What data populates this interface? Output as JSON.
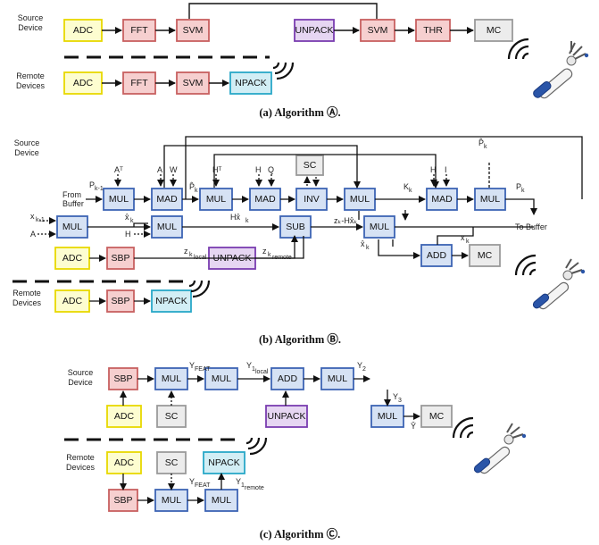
{
  "colors": {
    "yellow_fill": "#fdfdd0",
    "yellow_stroke": "#e8d800",
    "red_fill": "#f6cfcf",
    "red_stroke": "#c86060",
    "purple_fill": "#e6d6f2",
    "purple_stroke": "#7a3db0",
    "gray_fill": "#ececec",
    "gray_stroke": "#9a9a9a",
    "cyan_fill": "#d2eef5",
    "cyan_stroke": "#28a8c8",
    "blue_fill": "#d6e2f4",
    "blue_stroke": "#3c64b4"
  },
  "a": {
    "source_device": [
      "Source",
      "Device"
    ],
    "remote_devices": [
      "Remote",
      "Devices"
    ],
    "boxes": [
      "ADC",
      "FFT",
      "SVM",
      "UNPACK",
      "SVM",
      "THR",
      "MC",
      "ADC",
      "FFT",
      "SVM",
      "NPACK"
    ],
    "caption": "(a) Algorithm Ⓐ."
  },
  "b": {
    "source_device": [
      "Source",
      "Device"
    ],
    "remote_devices": [
      "Remote",
      "Devices"
    ],
    "from_buffer": [
      "From",
      "Buffer"
    ],
    "to_buffer": "To Buffer",
    "boxes": [
      "MUL",
      "MAD",
      "MUL",
      "MAD",
      "INV",
      "MUL",
      "MAD",
      "MUL",
      "SC",
      "MUL",
      "MUL",
      "SUB",
      "MUL",
      "ADD",
      "MC",
      "ADC",
      "SBP",
      "UNPACK",
      "ADC",
      "SBP",
      "NPACK"
    ],
    "labels": {
      "AT": "Aᵀ",
      "A": "A",
      "W": "W",
      "HT": "Hᵀ",
      "H": "H",
      "Q": "Q",
      "H2": "H",
      "I": "I",
      "P_prev": "P",
      "P_prev_sub": "k-1",
      "P_hat_top": "P̂",
      "P_hat_top_sub": "k",
      "P_hat": "P̂",
      "P_hat_sub": "k",
      "K": "K",
      "K_sub": "k",
      "P_out": "P",
      "P_out_sub": "k",
      "x_prev": "x",
      "x_prev_sub": "k-1",
      "A_in": "A",
      "H_in": "H",
      "x_hat": "x̂",
      "x_hat_sub": "k",
      "Hx_hat": "Hx̂",
      "Hx_hat_sub": "k",
      "z_local": "z",
      "z_local_sub": "k",
      "z_local_sub2": "local",
      "z_remote": "z",
      "z_remote_sub": "k",
      "z_remote_sub2": "remote",
      "innovation": "zₖ-Hx̂ₖ",
      "x_hat2": "x̂",
      "x_hat2_sub": "k",
      "x_out": "x",
      "x_out_sub": "k"
    },
    "caption": "(b) Algorithm Ⓑ."
  },
  "c": {
    "source_device": [
      "Source",
      "Device"
    ],
    "remote_devices": [
      "Remote",
      "Devices"
    ],
    "boxes": [
      "SBP",
      "MUL",
      "MUL",
      "ADD",
      "MUL",
      "MUL",
      "MC",
      "ADC",
      "SC",
      "UNPACK",
      "ADC",
      "SC",
      "NPACK",
      "SBP",
      "MUL",
      "MUL"
    ],
    "labels": {
      "Y": "Y",
      "feat": "FEAT",
      "one": "1",
      "local": "local",
      "two": "2",
      "three": "3",
      "remote": "remote",
      "y_hat": "Ŷ"
    },
    "caption": "(c) Algorithm Ⓒ."
  }
}
